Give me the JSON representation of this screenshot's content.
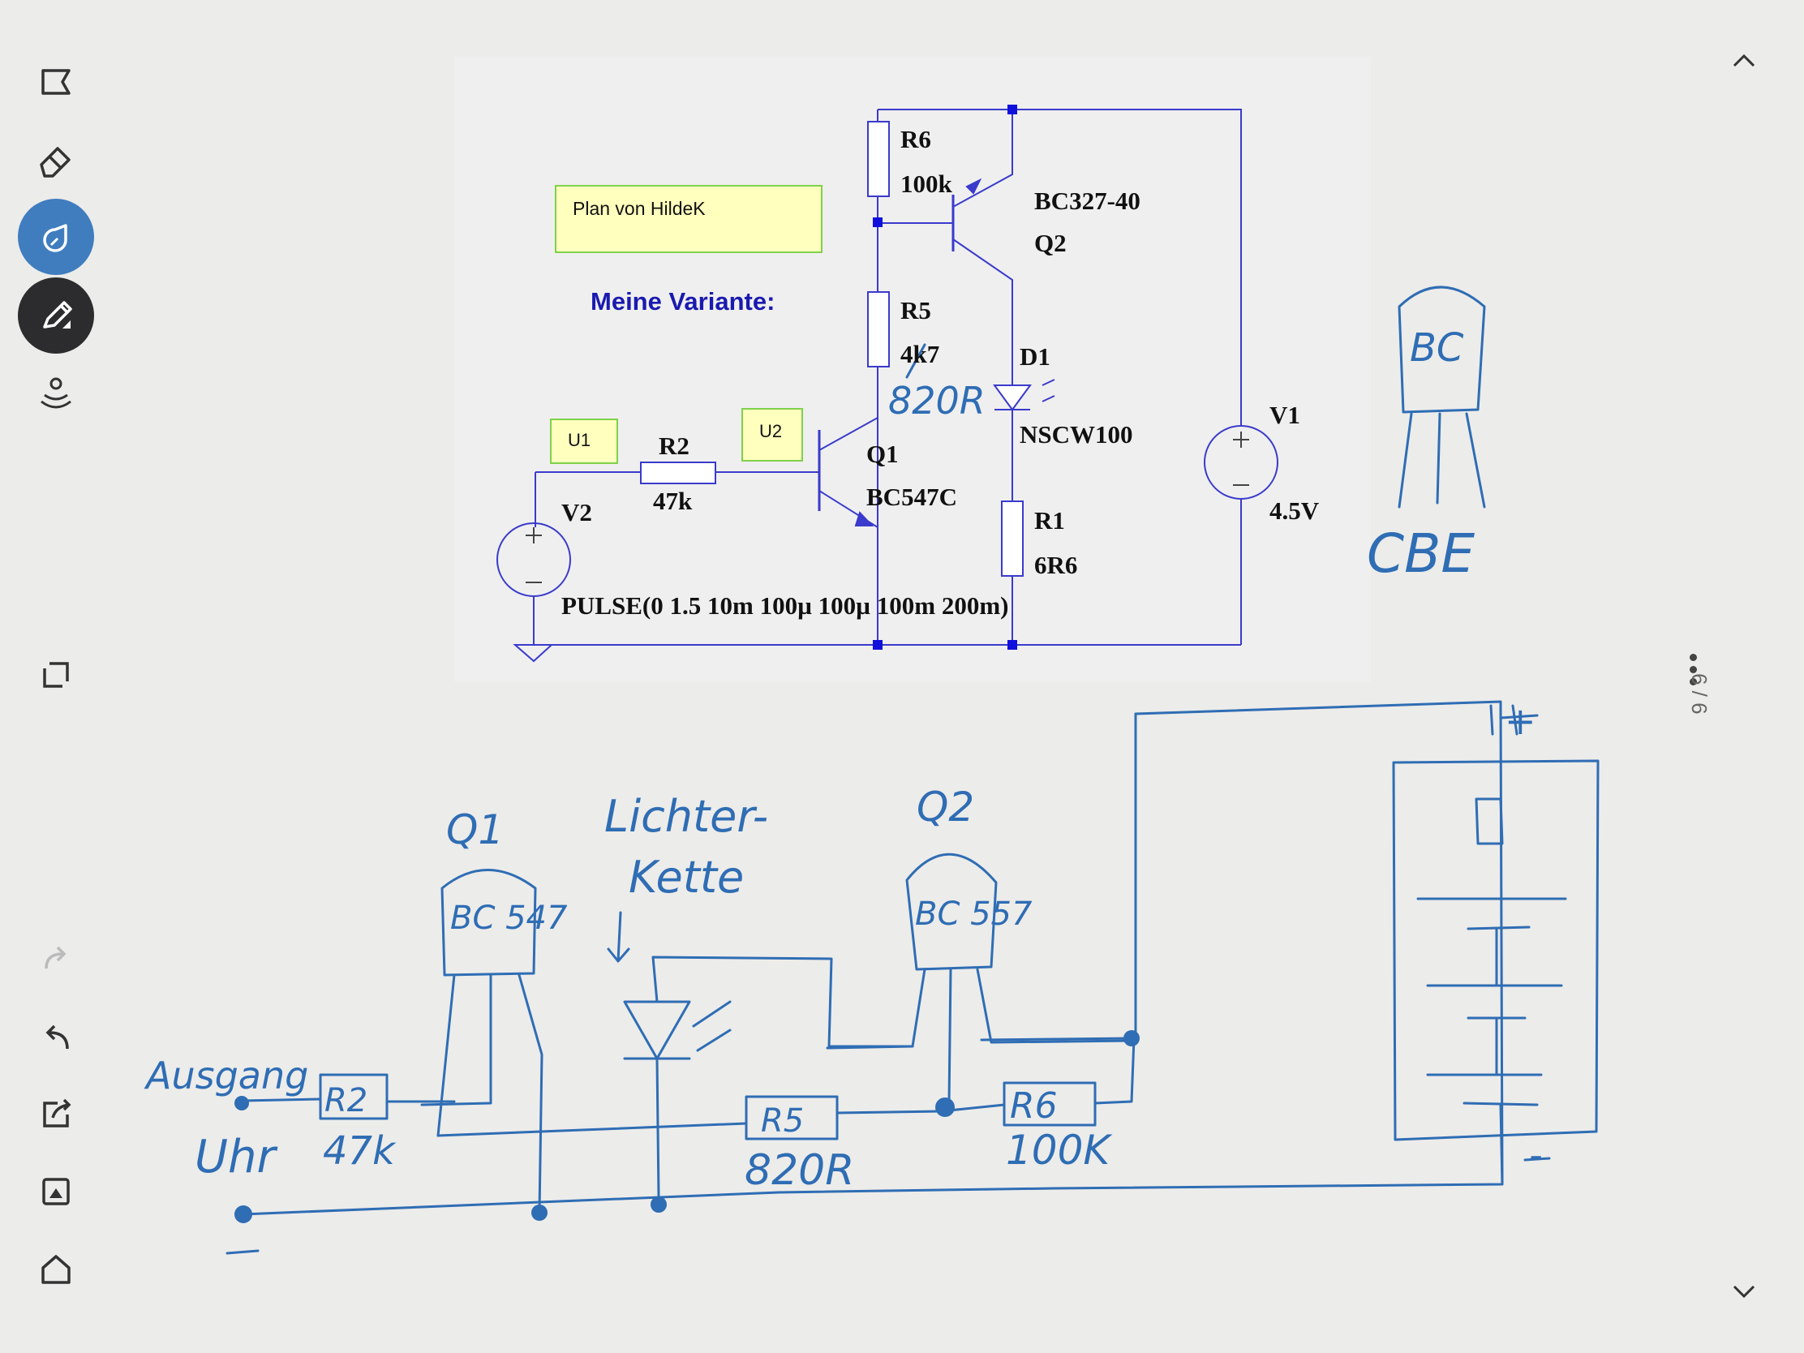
{
  "toolbar": {
    "tools": [
      {
        "name": "lasso-tool-icon"
      },
      {
        "name": "eraser-tool-icon"
      },
      {
        "name": "highlighter-tool-icon"
      },
      {
        "name": "pen-tool-icon"
      },
      {
        "name": "audio-record-icon"
      },
      {
        "name": "fullscreen-icon"
      },
      {
        "name": "redo-icon"
      },
      {
        "name": "undo-icon"
      },
      {
        "name": "share-icon"
      },
      {
        "name": "insert-image-icon"
      },
      {
        "name": "home-icon"
      }
    ],
    "accent_color": "#3f7dbf",
    "ink_color": "#2f6db4"
  },
  "pager": {
    "page_label": "6 / 6"
  },
  "schematic": {
    "note_box": "Plan von HildeK",
    "variant_title": "Meine Variante:",
    "labels": {
      "r6": "R6",
      "r6_val": "100k",
      "q2_model": "BC327-40",
      "q2": "Q2",
      "r5": "R5",
      "r5_val": "4k7",
      "d1": "D1",
      "d1_model": "NSCW100",
      "v1": "V1",
      "v1_val": "4.5V",
      "u1": "U1",
      "u2": "U2",
      "r2": "R2",
      "r2_val": "47k",
      "q1": "Q1",
      "q1_model": "BC547C",
      "v2": "V2",
      "r1": "R1",
      "r1_val": "6R6",
      "pulse": "PULSE(0 1.5 10m 100µ 100µ 100m 200m)"
    }
  },
  "handwriting": {
    "r5_new": "820R",
    "pinout_title": "BC",
    "pinout": "CBE",
    "q1": "Q1",
    "q1_part": "BC 547",
    "lichterkette_1": "Lichter-",
    "lichterkette_2": "Kette",
    "q2": "Q2",
    "q2_part": "BC 557",
    "ausgang": "Ausgang",
    "uhr": "Uhr",
    "r2": "R2",
    "r2_val": "47k",
    "r5": "R5",
    "r5_val": "820R",
    "r6": "R6",
    "r6_val": "100K",
    "plus": "+",
    "minus": "-"
  }
}
